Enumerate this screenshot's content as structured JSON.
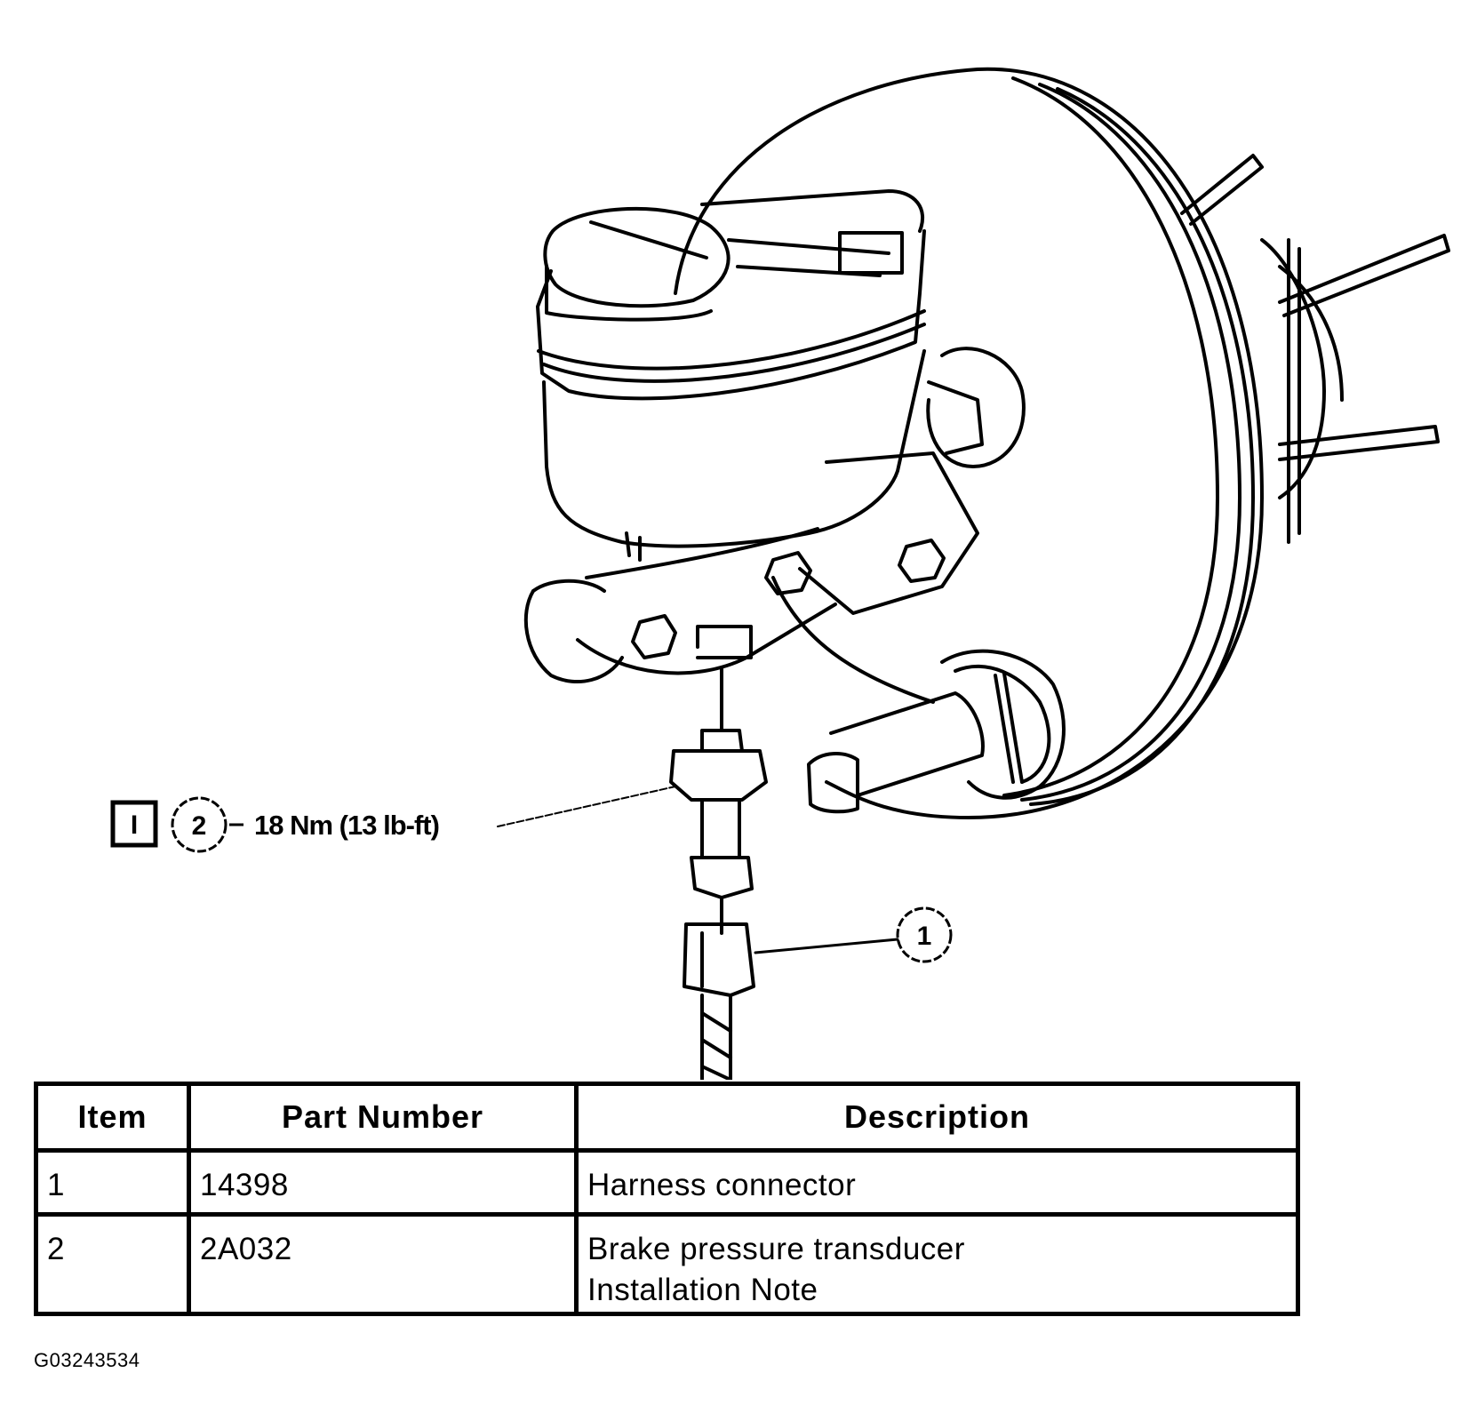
{
  "diagram": {
    "callout_torque": {
      "step_marker": "I",
      "item_number": "2",
      "torque_label": "18 Nm (13 lb-ft)"
    },
    "callout_connector": {
      "item_number": "1"
    }
  },
  "table": {
    "columns": [
      "Item",
      "Part Number",
      "Description"
    ],
    "rows": [
      {
        "item": "1",
        "part_number": "14398",
        "description": [
          "Harness connector"
        ]
      },
      {
        "item": "2",
        "part_number": "2A032",
        "description": [
          "Brake pressure transducer",
          "Installation Note"
        ]
      }
    ]
  },
  "figure_id": "G03243534"
}
